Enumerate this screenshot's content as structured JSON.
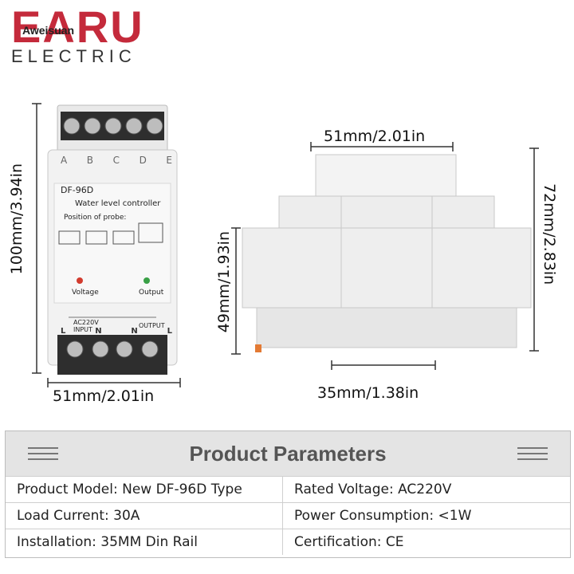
{
  "brand": {
    "name": "EARU",
    "sub": "ELECTRIC",
    "watermark": "Aweisuan"
  },
  "device_front": {
    "terminal_letters": [
      "A",
      "B",
      "C",
      "D",
      "E"
    ],
    "model": "DF-96D",
    "subtitle": "Water level controller",
    "probe_label": "Position of probe:",
    "led_voltage": "Voltage",
    "led_output": "Output",
    "input_label": "AC220V INPUT",
    "output_label": "OUTPUT",
    "bottom_terms": [
      "L",
      "N",
      "N",
      "L"
    ]
  },
  "dimensions": {
    "front_height": "100mm/3.94in",
    "front_width": "51mm/2.01in",
    "side_top_width": "51mm/2.01in",
    "side_height": "72mm/2.83in",
    "side_inner_height": "49mm/1.93in",
    "rail_width": "35mm/1.38in"
  },
  "parameters": {
    "title": "Product Parameters",
    "rows": [
      [
        "Product Model: New DF-96D Type",
        "Rated Voltage: AC220V"
      ],
      [
        "Load Current: 30A",
        "Power Consumption: <1W"
      ],
      [
        "Installation: 35MM Din Rail",
        "Certification: CE"
      ]
    ]
  }
}
